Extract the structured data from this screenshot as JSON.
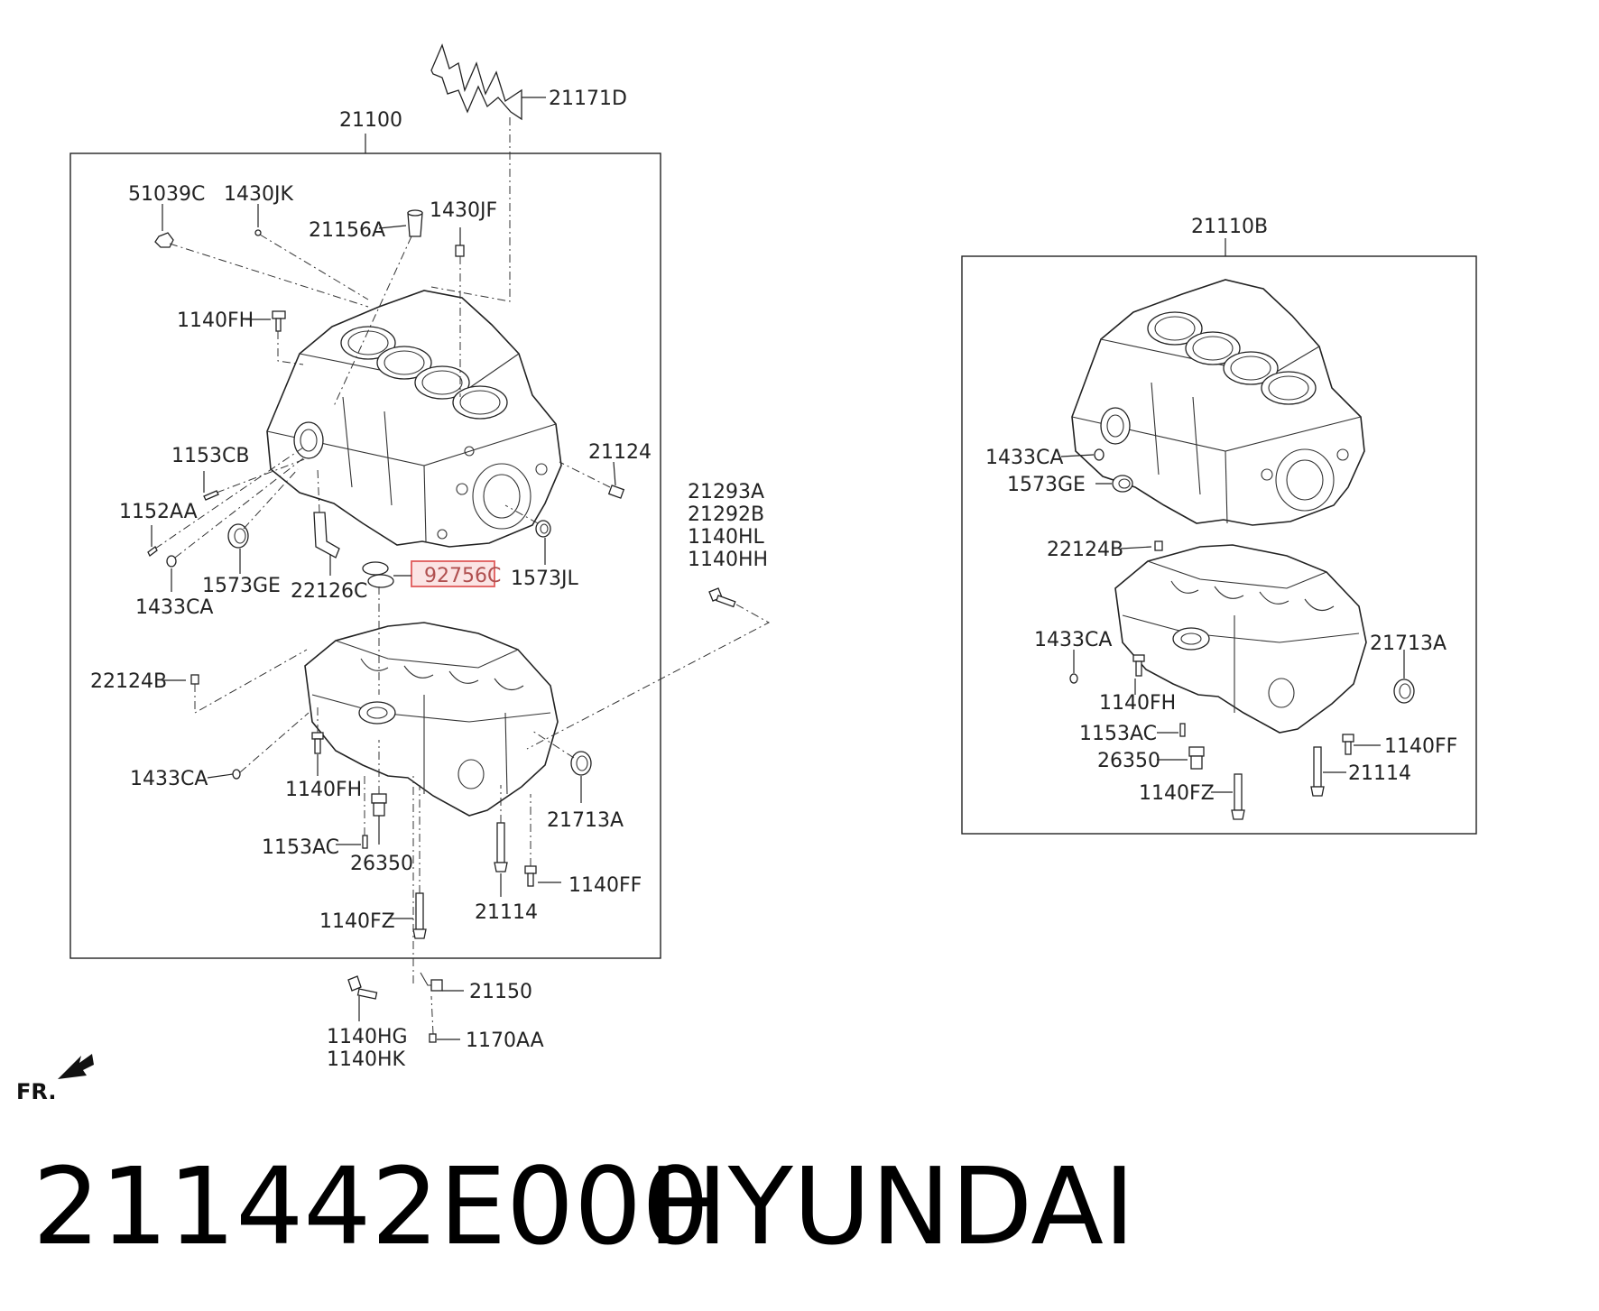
{
  "labels": {
    "l21100": "21100",
    "l21171D": "21171D",
    "l51039C": "51039C",
    "l1430JK": "1430JK",
    "l21156A": "21156A",
    "l1430JF": "1430JF",
    "l1140FH_a": "1140FH",
    "l1153CB": "1153CB",
    "l21124": "21124",
    "l1152AA": "1152AA",
    "l1573GE_a": "1573GE",
    "l22126C": "22126C",
    "l92756C": "92756C",
    "l1573JL": "1573JL",
    "l1433CA_a": "1433CA",
    "l21293A": "21293A",
    "l21292B": "21292B",
    "l1140HL": "1140HL",
    "l1140HH": "1140HH",
    "l22124B_a": "22124B",
    "l1433CA_b": "1433CA",
    "l1140FH_b": "1140FH",
    "l21713A_a": "21713A",
    "l1153AC_a": "1153AC",
    "l26350_a": "26350",
    "l1140FF_a": "1140FF",
    "l21114_a": "21114",
    "l1140FZ_a": "1140FZ",
    "l21150": "21150",
    "l1140HG": "1140HG",
    "l1140HK": "1140HK",
    "l1170AA": "1170AA",
    "l21110B": "21110B",
    "l1433CA_c": "1433CA",
    "l1573GE_b": "1573GE",
    "l22124B_b": "22124B",
    "l1433CA_d": "1433CA",
    "l21713A_b": "21713A",
    "l1140FH_c": "1140FH",
    "l1153AC_b": "1153AC",
    "l1140FF_b": "1140FF",
    "l26350_b": "26350",
    "l21114_b": "21114",
    "l1140FZ_b": "1140FZ",
    "fr": "FR."
  },
  "caption": {
    "part_number": "211442E000",
    "brand": "HYUNDAI"
  },
  "highlight": {
    "part": "92756C",
    "color": "#e05a5a"
  }
}
